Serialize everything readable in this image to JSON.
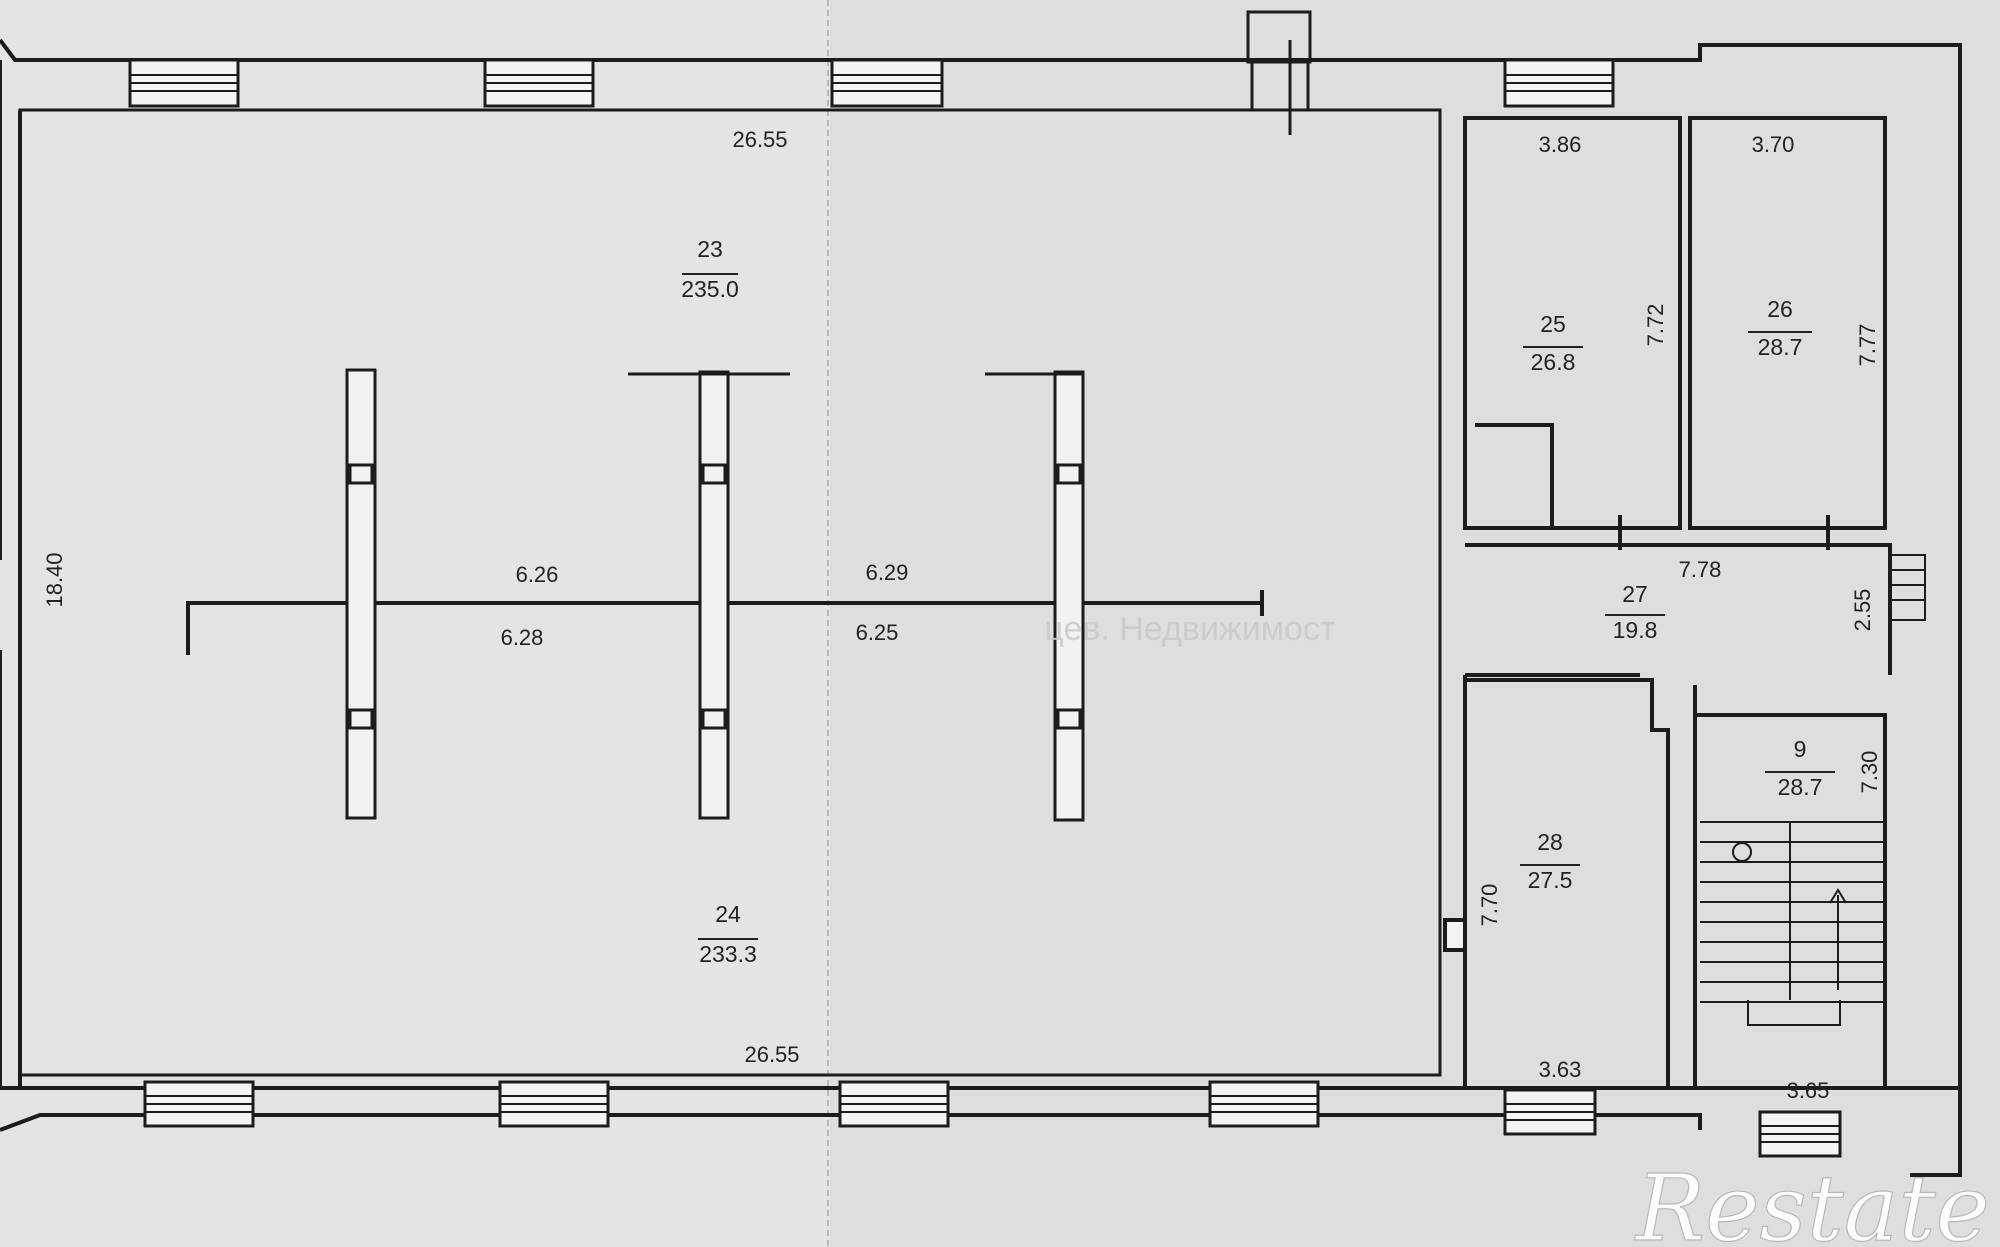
{
  "rooms": [
    {
      "id": "23",
      "area": "235.0"
    },
    {
      "id": "24",
      "area": "233.3"
    },
    {
      "id": "25",
      "area": "26.8"
    },
    {
      "id": "26",
      "area": "28.7"
    },
    {
      "id": "27",
      "area": "19.8"
    },
    {
      "id": "28",
      "area": "27.5"
    },
    {
      "id": "9",
      "area": "28.7"
    }
  ],
  "dimensions": {
    "hall_top_width": "26.55",
    "hall_bottom_width": "26.55",
    "hall_height": "18.40",
    "partition_a_top": "6.26",
    "partition_a_bottom": "6.28",
    "partition_b_top": "6.29",
    "partition_b_bottom": "6.25",
    "room25_width": "3.86",
    "room25_height": "7.72",
    "room26_width": "3.70",
    "room26_height": "7.77",
    "corridor_width": "7.78",
    "corridor_height": "2.55",
    "room28_height": "7.70",
    "room28_width": "3.63",
    "stair_height": "7.30",
    "stair_width": "3.65"
  },
  "watermark": {
    "brand": "Restate",
    "faint_text": "цев. Недвижимост"
  },
  "colors": {
    "paper": "#e4e4e6",
    "wall": "#1c1c1c",
    "fold_shade": "#d2d2d5"
  }
}
